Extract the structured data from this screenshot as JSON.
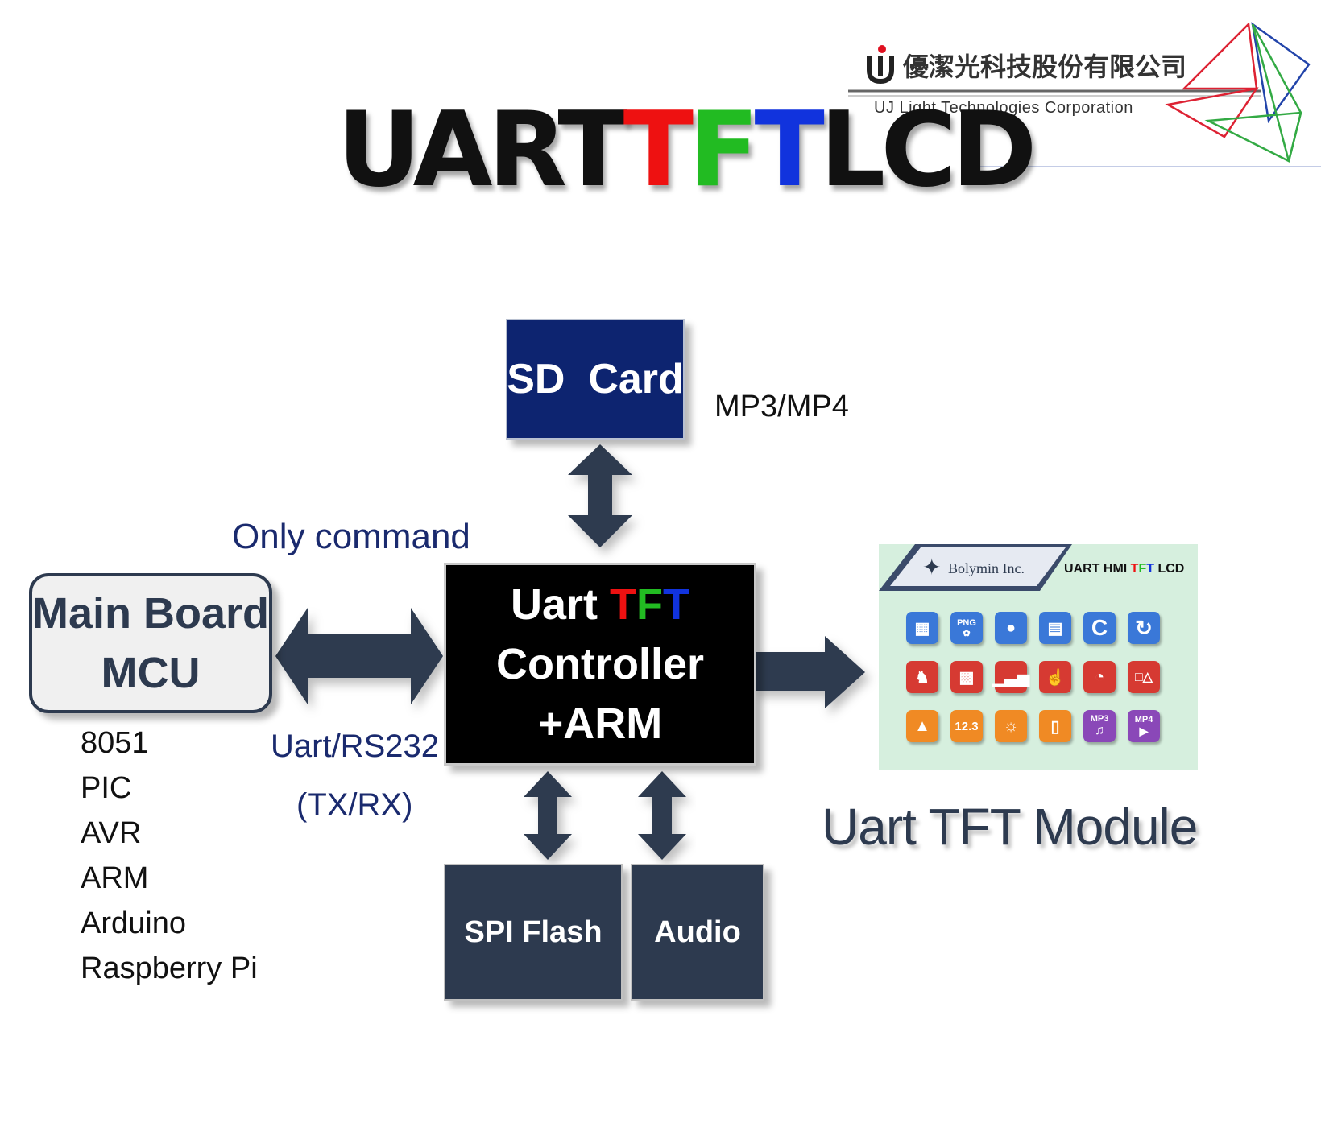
{
  "company": {
    "name_zh": "優潔光科技股份有限公司",
    "name_en": "UJ Light Technologies Corporation",
    "logo_letters": "UJ"
  },
  "title": {
    "part1": "UART ",
    "t1": "T",
    "f": "F",
    "t2": "T",
    "part3": " LCD",
    "colors": {
      "t1": "#ee1111",
      "f": "#22bb22",
      "t2": "#1133dd",
      "text": "#111111"
    }
  },
  "sd_card": {
    "label": "SD  Card",
    "note": "MP3/MP4",
    "color": "#0d2470"
  },
  "controller": {
    "line1_prefix": "Uart ",
    "t1": "T",
    "f": "F",
    "t2": "T",
    "line2": "Controller",
    "line3": "+ARM"
  },
  "main_board": {
    "line1": "Main Board",
    "line2": "MCU"
  },
  "mcu_list": [
    "8051",
    "PIC",
    "AVR",
    "ARM",
    "Arduino",
    "Raspberry Pi"
  ],
  "link": {
    "only_command": "Only command",
    "protocol": "Uart/RS232",
    "pins": "(TX/RX)"
  },
  "spi_flash": {
    "label": "SPI Flash"
  },
  "audio": {
    "label": "Audio"
  },
  "module": {
    "brand": "Bolymin Inc.",
    "header_prefix": "UART HMI ",
    "t1": "T",
    "f": "F",
    "t2": "T",
    "header_suffix": " LCD",
    "caption": "Uart TFT Module",
    "icon_labels": {
      "png": "PNG",
      "num": "12.3",
      "mp3": "MP3",
      "mp4": "MP4"
    }
  },
  "colors": {
    "dark_box": "#2d3a4f",
    "arrow": "#2d3a4f",
    "navy_text": "#1a2a6e",
    "module_bg": "#d6efde"
  }
}
